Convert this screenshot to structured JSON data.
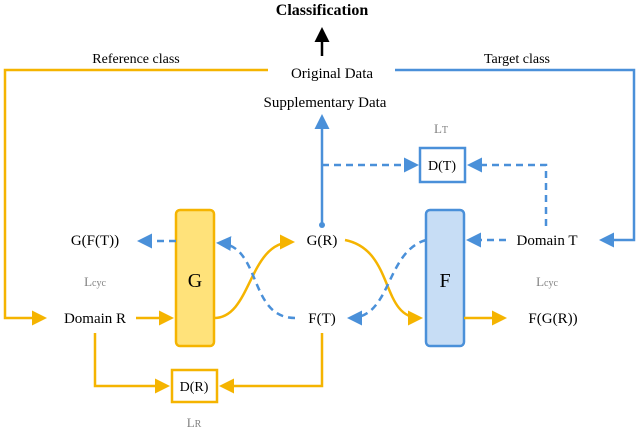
{
  "colors": {
    "yellow": "#F5B400",
    "blue": "#4A90D9",
    "g_fill": "#FFE27A",
    "f_fill": "#C7DDF5",
    "text": "#000000",
    "muted": "#808080"
  },
  "labels": {
    "classification": "Classification",
    "original_data": "Original Data",
    "supplementary_data": "Supplementary Data",
    "reference_class": "Reference class",
    "target_class": "Target class",
    "generator_g": "G",
    "generator_f": "F",
    "domain_r": "Domain R",
    "domain_t": "Domain T",
    "g_of_r": "G(R)",
    "f_of_t": "F(T)",
    "g_f_t": "G(F(T))",
    "f_g_r": "F(G(R))",
    "d_t": "D(T)",
    "d_r": "D(R)",
    "loss_t_main": "L",
    "loss_t_sub": "T",
    "loss_r_main": "L",
    "loss_r_sub": "R",
    "loss_cyc_main": "L",
    "loss_cyc_sub": "cyc"
  }
}
